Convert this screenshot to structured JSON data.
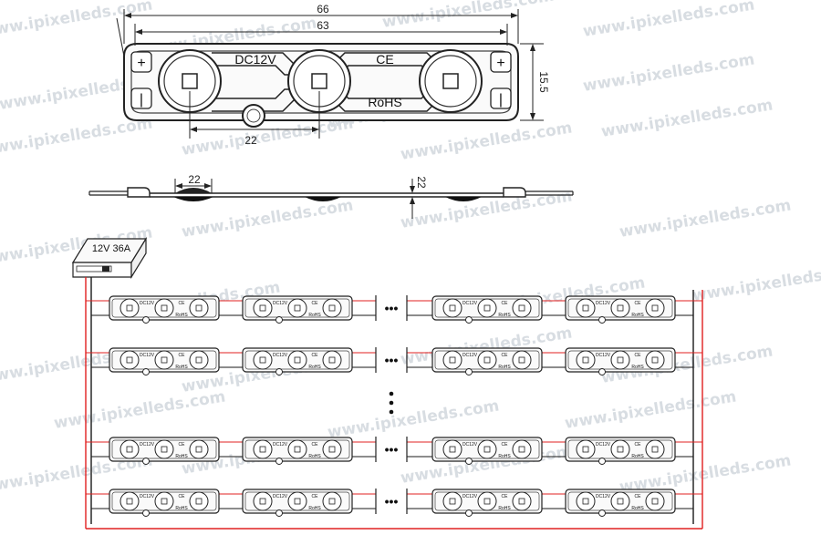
{
  "watermark": "www.ipixelleds.com",
  "dimensions": {
    "overall_length": "66",
    "inner_length": "63",
    "height": "15.5",
    "led_pitch": "22",
    "side_pitch": "22",
    "side_height": "22"
  },
  "module": {
    "voltage_label": "DC12V",
    "ce_label": "CE",
    "rohs_label": "RoHS",
    "plus_symbol": "+",
    "minus_symbol": "−"
  },
  "power_supply": {
    "label": "12V 36A"
  },
  "wiring": {
    "ellipsis_h": "•••",
    "ellipsis_v": "⋮",
    "positive_color": "#e02020",
    "negative_color": "#1a1a1a"
  }
}
